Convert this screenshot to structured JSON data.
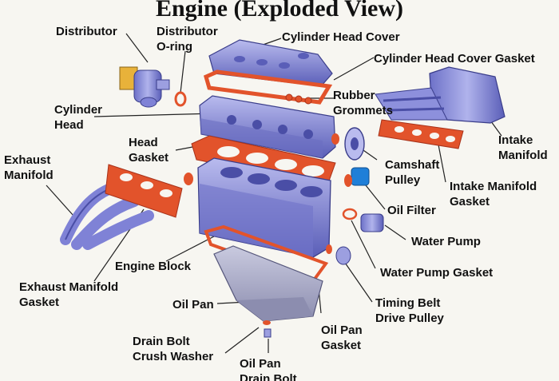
{
  "title": "Engine (Exploded View)",
  "labels": {
    "distributor": "Distributor",
    "distributor_oring": "Distributor\nO-ring",
    "cylinder_head_cover": "Cylinder Head Cover",
    "cylinder_head_cover_gasket": "Cylinder Head Cover Gasket",
    "rubber_grommets": "Rubber\nGrommets",
    "cylinder_head": "Cylinder\nHead",
    "intake_manifold": "Intake\nManifold",
    "head_gasket": "Head\nGasket",
    "camshaft_pulley": "Camshaft\nPulley",
    "exhaust_manifold": "Exhaust\nManifold",
    "intake_manifold_gasket": "Intake Manifold\nGasket",
    "oil_filter": "Oil Filter",
    "water_pump": "Water Pump",
    "engine_block": "Engine Block",
    "water_pump_gasket": "Water Pump Gasket",
    "exhaust_manifold_gasket": "Exhaust Manifold\nGasket",
    "oil_pan": "Oil Pan",
    "timing_belt_drive_pulley": "Timing Belt\nDrive Pulley",
    "drain_bolt_crush_washer": "Drain Bolt\nCrush Washer",
    "oil_pan_gasket": "Oil Pan\nGasket",
    "oil_pan_drain_bolt": "Oil Pan\nDrain Bolt"
  },
  "colors": {
    "part_blue": "#7f82d6",
    "part_blue_dark": "#4a4ea6",
    "part_blue_light": "#b9bbee",
    "gasket_red": "#e2532b",
    "gasket_dark": "#a8321a",
    "leader": "#222222",
    "pan_grey": "#a6a7c4",
    "filter_blue": "#1f7fd8",
    "distributor_yellow": "#e8b23a"
  }
}
